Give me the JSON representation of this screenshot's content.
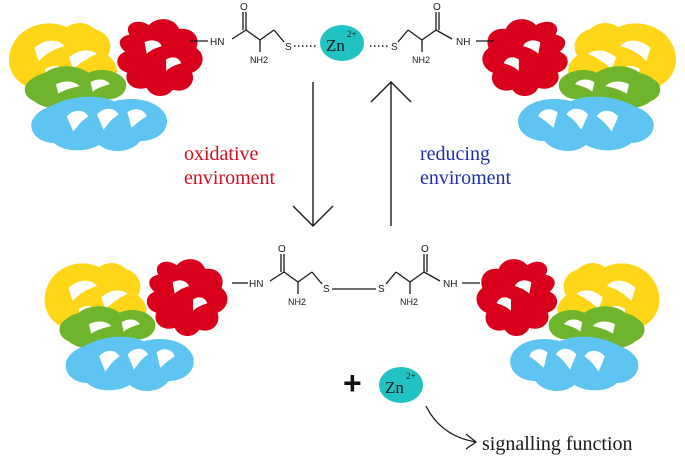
{
  "colors": {
    "yellow": "#ffd617",
    "red": "#d9001b",
    "green": "#6fb52c",
    "blue": "#5ec5f2",
    "zinc_fill": "#21c2c2",
    "oxidative_text": "#d10f1f",
    "reducing_text": "#1f2fa8",
    "line": "#1a1a1a"
  },
  "top": {
    "left_hn": "HN",
    "left_nh2": "NH2",
    "left_o": "O",
    "left_s": "S",
    "right_nh": "NH",
    "right_nh2": "NH2",
    "right_o": "O",
    "right_s": "S",
    "zinc_symbol": "Zn",
    "zinc_charge": "2+"
  },
  "arrows": {
    "oxidative_line1": "oxidative",
    "oxidative_line2": "enviroment",
    "reducing_line1": "reducing",
    "reducing_line2": "enviroment"
  },
  "bottom": {
    "left_hn": "HN",
    "left_nh2": "NH2",
    "left_o": "O",
    "left_s": "S",
    "right_nh": "NH",
    "right_nh2": "NH2",
    "right_o": "O",
    "right_s": "S",
    "plus": "+",
    "zinc_symbol": "Zn",
    "zinc_charge": "2+",
    "signalling": "signalling function"
  },
  "icons": [
    "protein-ribbon-icon"
  ]
}
